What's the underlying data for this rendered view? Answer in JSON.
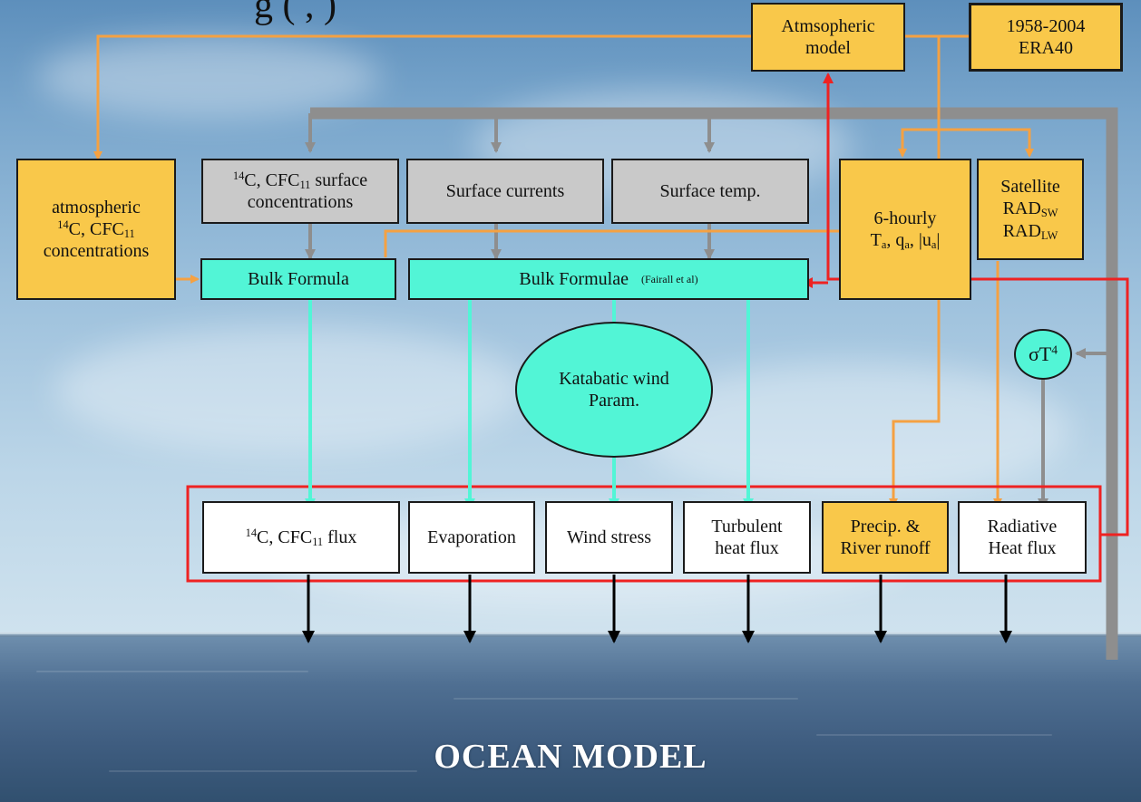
{
  "top_title_fragment": "g                        (                  ,            )",
  "boxes": {
    "atmospheric_model": "Atmsopheric model",
    "era40_line1": "1958-2004",
    "era40_line2": "ERA40",
    "atmospheric_conc": {
      "line1": "atmospheric",
      "line2_pre": "14",
      "line2_main": "C, CFC",
      "line2_sub": "11",
      "line3": "concentrations"
    },
    "surface_conc": {
      "pre": "14",
      "main": "C, CFC",
      "sub": "11",
      "rest": " surface",
      "line2": "concentrations"
    },
    "surface_currents": "Surface currents",
    "surface_temp": "Surface temp.",
    "six_hourly": {
      "line1": "6-hourly",
      "ta": "T",
      "ta_sub": "a",
      "qa": ", q",
      "qa_sub": "a",
      "u": ", |u",
      "u_sub": "a",
      "u_end": "|"
    },
    "satellite": {
      "line1": "Satellite",
      "rad": "RAD",
      "sw": "SW",
      "lw": "LW"
    },
    "bulk_formula": "Bulk Formula",
    "bulk_formulae": "Bulk Formulae",
    "bulk_formulae_ref": "(Fairall et al)",
    "sigma_t4": {
      "main": "σT",
      "sup": "4"
    },
    "katabatic": {
      "line1": "Katabatic wind",
      "line2": "Param."
    }
  },
  "fluxes": {
    "c14": {
      "pre": "14",
      "main": "C, CFC",
      "sub": "11",
      "rest": " flux"
    },
    "evaporation": "Evaporation",
    "wind_stress": "Wind stress",
    "turbulent": {
      "line1": "Turbulent",
      "line2": "heat flux"
    },
    "precip": {
      "line1": "Precip. &",
      "line2": "River runoff"
    },
    "radiative": {
      "line1": "Radiative",
      "line2": "Heat flux"
    }
  },
  "ocean_model": "OCEAN MODEL",
  "colors": {
    "yellow": "#f9c84a",
    "gray": "#c9c9c9",
    "cyan": "#52f5d6",
    "orange_line": "#f5a142",
    "gray_line": "#8e8e8e",
    "cyan_line": "#52f5d6",
    "red_line": "#ee2222",
    "black_arrow": "#000000"
  }
}
